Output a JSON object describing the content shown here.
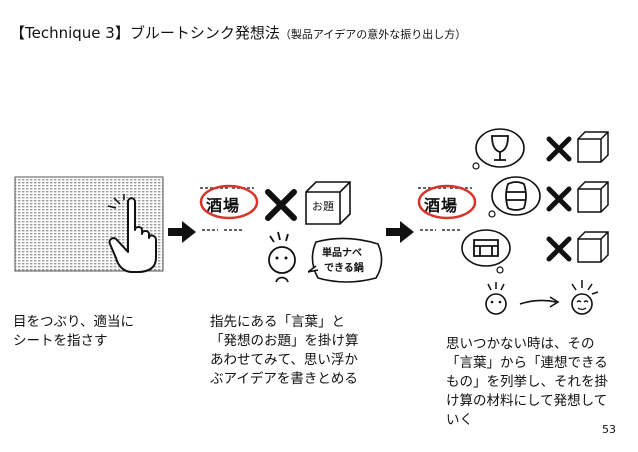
{
  "slide": {
    "title_main": "【Technique 3】ブルートシンク発想法",
    "title_sub": "（製品アイデアの意外な振り出し方）",
    "page_number": "53"
  },
  "steps": [
    {
      "caption_lines": [
        "目をつぶり、適当に",
        "シートを指さす"
      ]
    },
    {
      "caption_lines": [
        "指先にある「言葉」と",
        "「発想のお題」を掛け算",
        "あわせてみて、思い浮か",
        "ぶアイデアを書きとめる"
      ]
    },
    {
      "caption_lines": [
        "思いつかない時は、その",
        "「言葉」から「連想できる",
        "もの」を列挙し、それを掛",
        "け算の材料にして発想して",
        "いく"
      ]
    }
  ],
  "illustration": {
    "word": "酒場",
    "box_label": "お題",
    "speech_bubble_lines": [
      "単品ナベ",
      "できる鍋"
    ]
  },
  "colors": {
    "highlight_circle": "#d9342b",
    "ink": "#111111"
  }
}
